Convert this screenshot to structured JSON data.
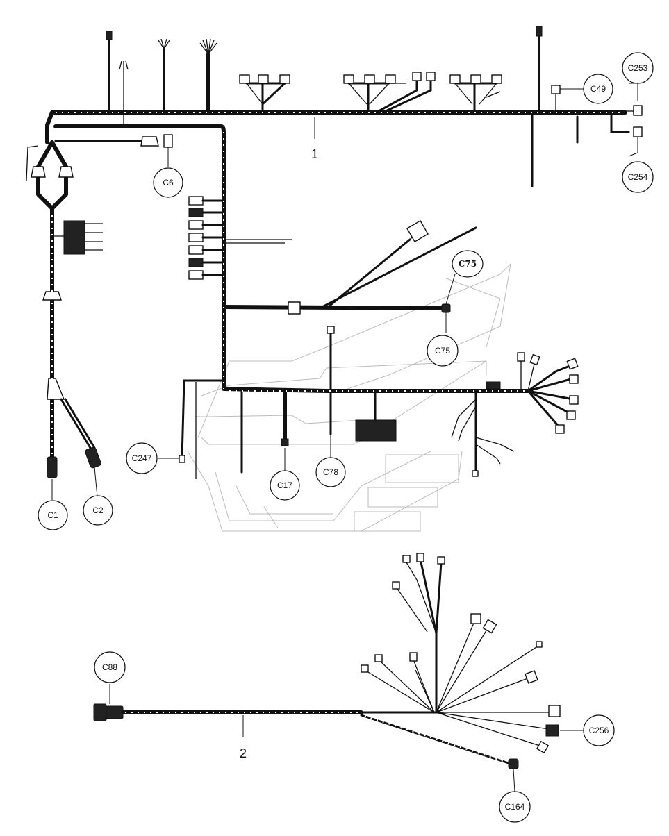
{
  "items": {
    "harness_1": "1",
    "harness_2": "2"
  },
  "callouts": {
    "C253": "C253",
    "C49": "C49",
    "C254": "C254",
    "C6": "C6",
    "C75_handwritten": "C75",
    "C75": "C75",
    "C247": "C247",
    "C17": "C17",
    "C78": "C78",
    "C1": "C1",
    "C2": "C2",
    "C88": "C88",
    "C256": "C256",
    "C164": "C164"
  },
  "colors": {
    "line": "#111111",
    "ghost_outline": "#bbbbbb",
    "background": "#ffffff"
  }
}
